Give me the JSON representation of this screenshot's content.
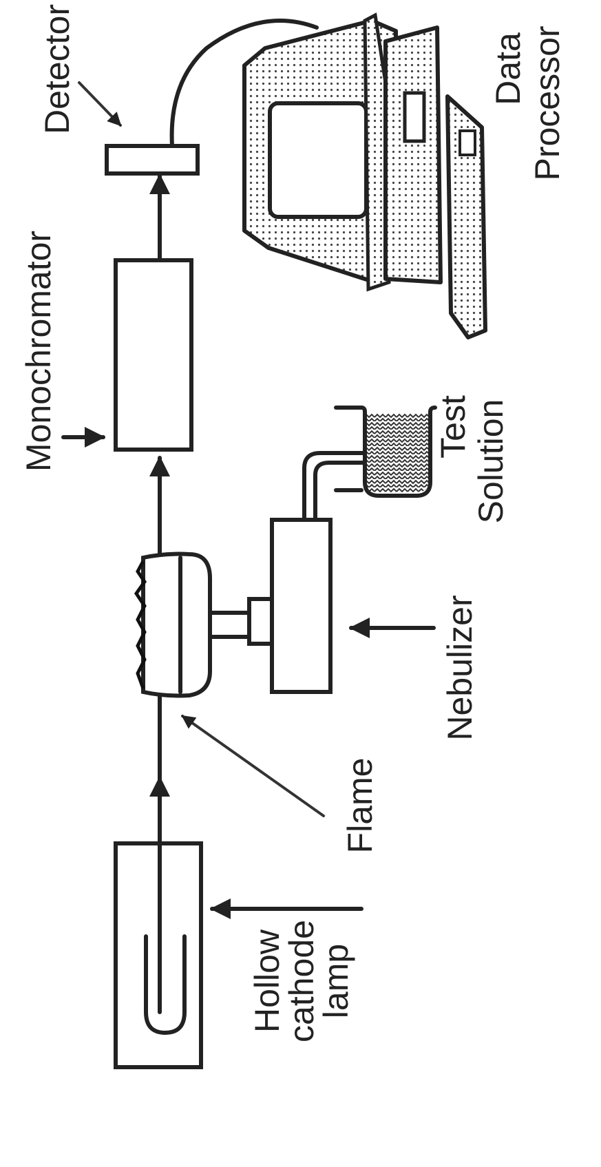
{
  "labels": {
    "lamp_line1": "Hollow",
    "lamp_line2": "cathode",
    "lamp_line3": "lamp",
    "flame": "Flame",
    "nebulizer": "Nebulizer",
    "test_line1": "Test",
    "test_line2": "Solution",
    "monochromator": "Monochromator",
    "detector": "Detector",
    "data_line1": "Data",
    "data_line2": "Processor"
  },
  "colors": {
    "line": "#222222",
    "dot_pattern": "#444444",
    "background": "#ffffff"
  }
}
